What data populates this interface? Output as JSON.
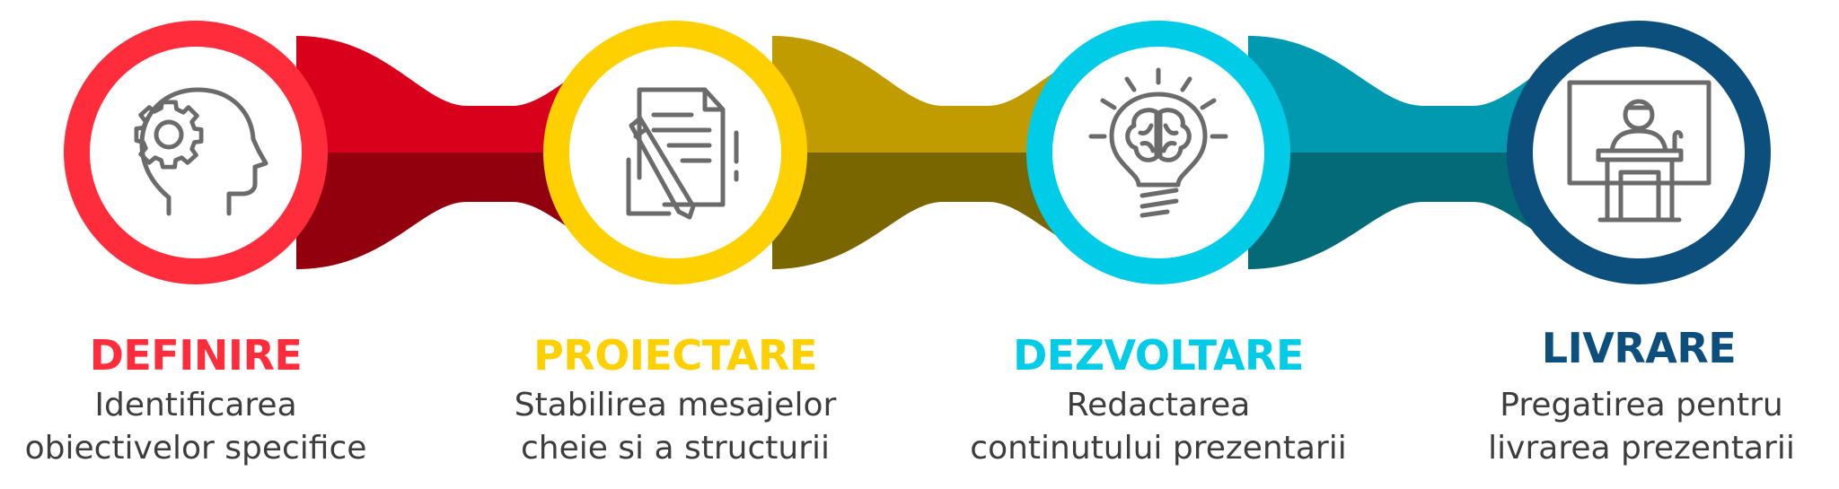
{
  "steps": [
    {
      "id": "definire",
      "title": "DEFINIRE",
      "description": [
        "Identificarea",
        "obiectivelor specifice"
      ],
      "color": "#ff2d3b",
      "icon": "head-gear-icon"
    },
    {
      "id": "proiectare",
      "title": "PROIECTARE",
      "description": [
        "Stabilirea mesajelor",
        "cheie si a structurii"
      ],
      "color": "#fed000",
      "icon": "document-pen-icon"
    },
    {
      "id": "dezvoltare",
      "title": "DEZVOLTARE",
      "description": [
        "Redactarea",
        "continutului prezentarii"
      ],
      "color": "#00cce8",
      "icon": "lightbulb-brain-icon"
    },
    {
      "id": "livrare",
      "title": "LIVRARE",
      "description": [
        "Pregatirea pentru",
        "livrarea prezentarii"
      ],
      "color": "#0d4f7c",
      "icon": "presenter-podium-icon"
    }
  ],
  "connectors": [
    {
      "from": "definire",
      "to": "proiectare",
      "top_color": "#d9001b",
      "bottom_color": "#92000e"
    },
    {
      "from": "proiectare",
      "to": "dezvoltare",
      "top_color": "#c19c00",
      "bottom_color": "#7a6600"
    },
    {
      "from": "dezvoltare",
      "to": "livrare",
      "top_color": "#0099b0",
      "bottom_color": "#056a78"
    }
  ]
}
